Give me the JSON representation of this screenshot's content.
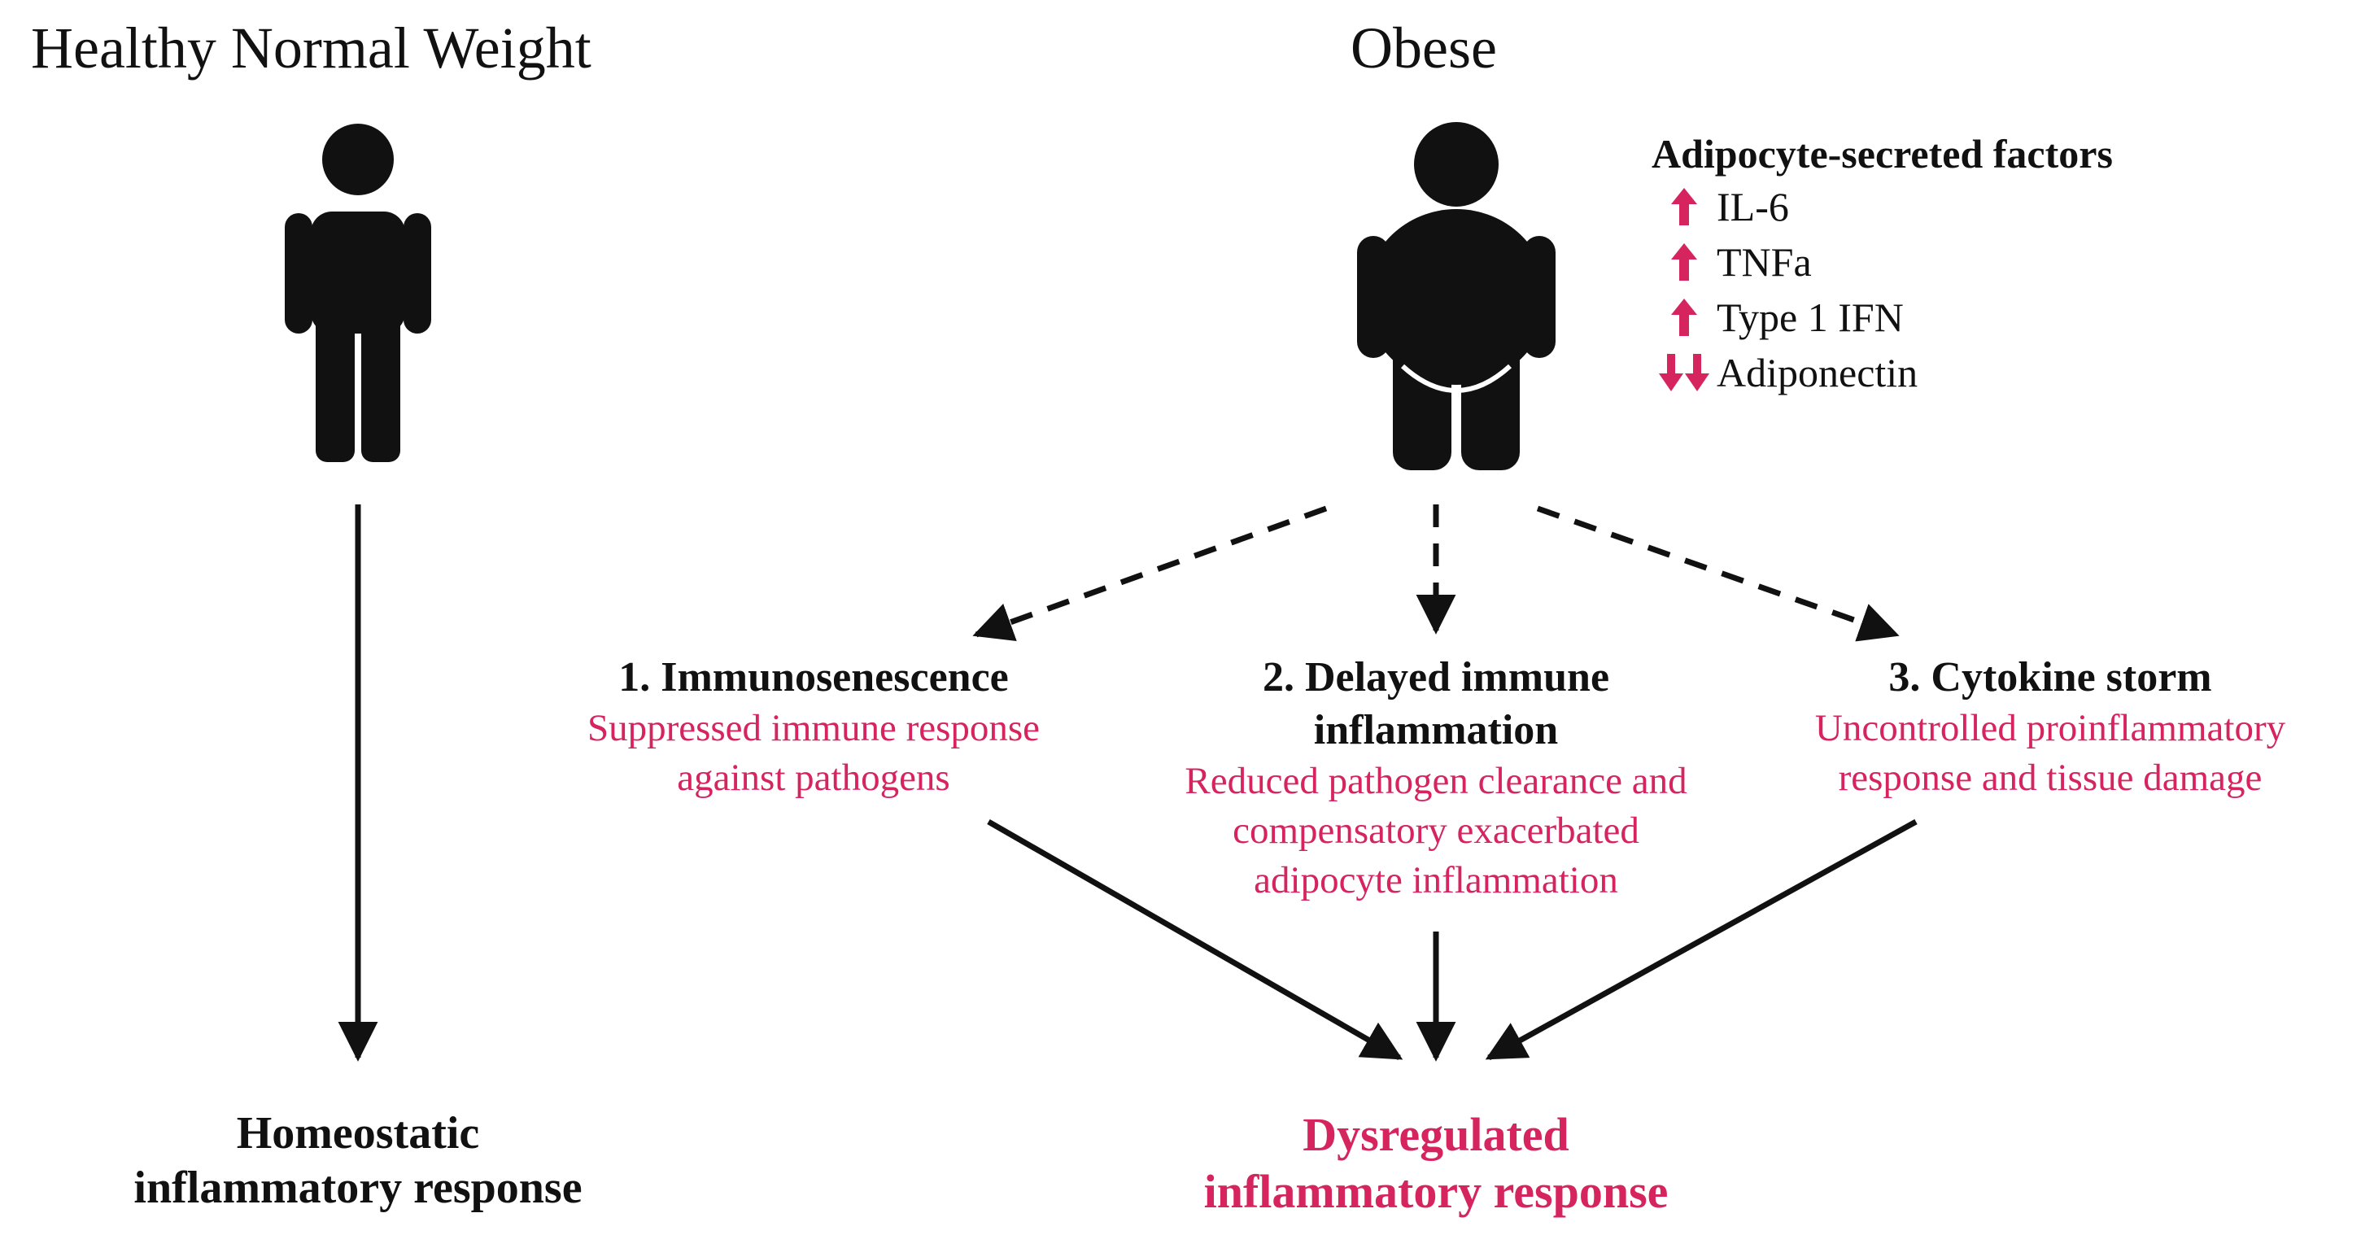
{
  "left": {
    "title": "Healthy Normal Weight",
    "outcome_line1": "Homeostatic",
    "outcome_line2": "inflammatory response"
  },
  "right": {
    "title": "Obese",
    "factors": {
      "heading": "Adipocyte-secreted factors",
      "items": [
        {
          "label": "IL-6",
          "direction": "up"
        },
        {
          "label": "TNFa",
          "direction": "up"
        },
        {
          "label": "Type 1 IFN",
          "direction": "up"
        },
        {
          "label": "Adiponectin",
          "direction": "double-down"
        }
      ]
    },
    "mechanisms": [
      {
        "title_lines": [
          "1. Immunosenescence"
        ],
        "desc_lines": [
          "Suppressed immune response",
          "against pathogens"
        ]
      },
      {
        "title_lines": [
          "2. Delayed immune",
          "inflammation"
        ],
        "desc_lines": [
          "Reduced pathogen clearance and",
          "compensatory exacerbated",
          "adipocyte inflammation"
        ]
      },
      {
        "title_lines": [
          "3. Cytokine storm"
        ],
        "desc_lines": [
          "Uncontrolled proinflammatory",
          "response and tissue damage"
        ]
      }
    ],
    "outcome_line1": "Dysregulated",
    "outcome_line2": "inflammatory response"
  },
  "colors": {
    "accent": "#d6245f",
    "ink": "#111111"
  }
}
